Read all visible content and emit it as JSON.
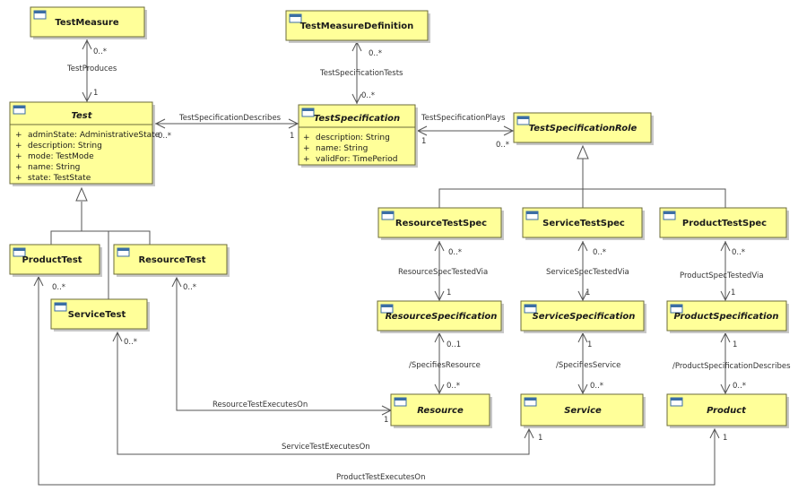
{
  "classes": {
    "test_measure": {
      "name": "TestMeasure"
    },
    "test_measure_definition": {
      "name": "TestMeasureDefinition"
    },
    "test": {
      "name": "Test",
      "attributes": [
        {
          "vis": "+",
          "text": "adminState: AdministrativeState"
        },
        {
          "vis": "+",
          "text": "description: String"
        },
        {
          "vis": "+",
          "text": "mode: TestMode"
        },
        {
          "vis": "+",
          "text": "name: String"
        },
        {
          "vis": "+",
          "text": "state: TestState"
        }
      ]
    },
    "test_specification": {
      "name": "TestSpecification",
      "attributes": [
        {
          "vis": "+",
          "text": "description: String"
        },
        {
          "vis": "+",
          "text": "name: String"
        },
        {
          "vis": "+",
          "text": "validFor: TimePeriod"
        }
      ]
    },
    "test_specification_role": {
      "name": "TestSpecificationRole"
    },
    "product_test": {
      "name": "ProductTest"
    },
    "resource_test": {
      "name": "ResourceTest"
    },
    "service_test": {
      "name": "ServiceTest"
    },
    "resource_test_spec": {
      "name": "ResourceTestSpec"
    },
    "service_test_spec": {
      "name": "ServiceTestSpec"
    },
    "product_test_spec": {
      "name": "ProductTestSpec"
    },
    "resource_specification": {
      "name": "ResourceSpecification"
    },
    "service_specification": {
      "name": "ServiceSpecification"
    },
    "product_specification": {
      "name": "ProductSpecification"
    },
    "resource": {
      "name": "Resource"
    },
    "service": {
      "name": "Service"
    },
    "product": {
      "name": "Product"
    }
  },
  "associations": {
    "test_produces": {
      "label": "TestProduces",
      "mult_top": "0..*",
      "mult_bottom": "1"
    },
    "test_specification_tests": {
      "label": "TestSpecificationTests",
      "mult_top": "0..*",
      "mult_bottom": "0..*"
    },
    "test_specification_describes": {
      "label": "TestSpecificationDescribes",
      "mult_left": "0..*",
      "mult_right": "1"
    },
    "test_specification_plays": {
      "label": "TestSpecificationPlays",
      "mult_left": "1",
      "mult_right": "0..*"
    },
    "resource_spec_tested_via": {
      "label": "ResourceSpecTestedVia",
      "mult_top": "0..*",
      "mult_bottom": "1"
    },
    "service_spec_tested_via": {
      "label": "ServiceSpecTestedVia",
      "mult_top": "0..*",
      "mult_bottom": "1"
    },
    "product_spec_tested_via": {
      "label": "ProductSpecTestedVia",
      "mult_top": "0..*",
      "mult_bottom": "1"
    },
    "specifies_resource": {
      "label": "/SpecifiesResource",
      "mult_top": "0..1",
      "mult_bottom": "0..*"
    },
    "specifies_service": {
      "label": "/SpecifiesService",
      "mult_top": "1",
      "mult_bottom": "0..*"
    },
    "product_specification_describes": {
      "label": "/ProductSpecificationDescribes",
      "mult_top": "1",
      "mult_bottom": "0..*"
    },
    "resource_test_executes_on": {
      "label": "ResourceTestExecutesOn",
      "mult_source": "0..*",
      "mult_target": "1"
    },
    "service_test_executes_on": {
      "label": "ServiceTestExecutesOn",
      "mult_source": "0..*",
      "mult_target": "1"
    },
    "product_test_executes_on": {
      "label": "ProductTestExecutesOn",
      "mult_source": "0..*",
      "mult_target": "1"
    }
  }
}
